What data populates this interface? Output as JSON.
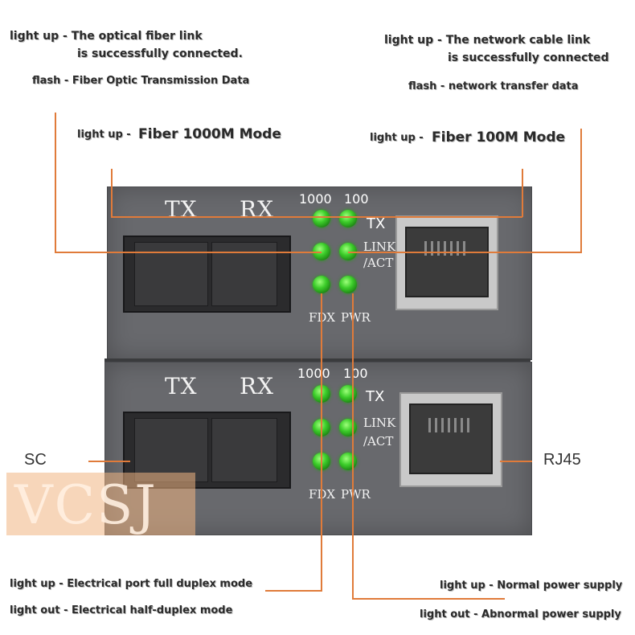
{
  "annotations": {
    "fiber_link_line1": "light up - The optical fiber link",
    "fiber_link_line2": "is successfully connected.",
    "fiber_flash": "flash - Fiber Optic Transmission Data",
    "fiber_1000_prefix": "light up -",
    "fiber_1000_mode": "Fiber 1000M Mode",
    "net_link_line1": "light up - The network cable link",
    "net_link_line2": "is successfully connected",
    "net_flash": "flash - network transfer data",
    "fiber_100_prefix": "light up -",
    "fiber_100_mode": "Fiber 100M Mode",
    "fdx_on": "light up - Electrical port full duplex mode",
    "fdx_off": "light out - Electrical half-duplex mode",
    "pwr_on": "light up - Normal power supply",
    "pwr_off": "light out - Abnormal power supply"
  },
  "device": {
    "tx": "TX",
    "rx": "RX",
    "speed_1000": "1000",
    "speed_100": "100",
    "port_tx": "TX",
    "link": "LINK",
    "act": "/ACT",
    "fdx": "FDX",
    "pwr": "PWR"
  },
  "side_labels": {
    "sc": "SC",
    "rj45": "RJ45"
  },
  "watermark": "VCSJ",
  "colors": {
    "leader_line": "#e07b3a",
    "led_green": "#3ccd2a",
    "chassis": "#68696d"
  }
}
